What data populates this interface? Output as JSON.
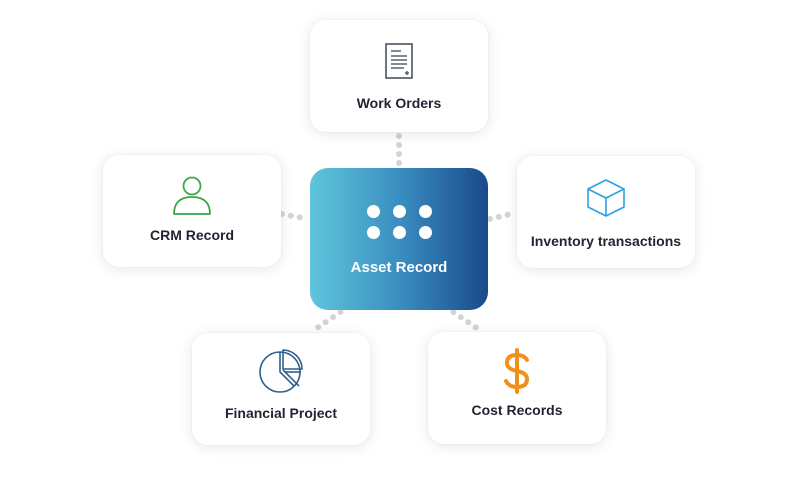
{
  "center": {
    "label": "Asset Record",
    "icon": "grid-dots-icon",
    "gradient_start": "#5fc5dc",
    "gradient_end": "#1a4a8c"
  },
  "nodes": {
    "work_orders": {
      "label": "Work Orders",
      "icon": "document-icon",
      "color": "#4a5562"
    },
    "crm_record": {
      "label": "CRM Record",
      "icon": "user-icon",
      "color": "#3aa84a"
    },
    "inventory": {
      "label": "Inventory transactions",
      "icon": "cube-icon",
      "color": "#2aa2e0"
    },
    "financial_project": {
      "label": "Financial Project",
      "icon": "pie-chart-icon",
      "color": "#2f5f8a"
    },
    "cost_records": {
      "label": "Cost Records",
      "icon": "dollar-icon",
      "color": "#f0921a"
    }
  },
  "connector_color": "#d3d3d3"
}
